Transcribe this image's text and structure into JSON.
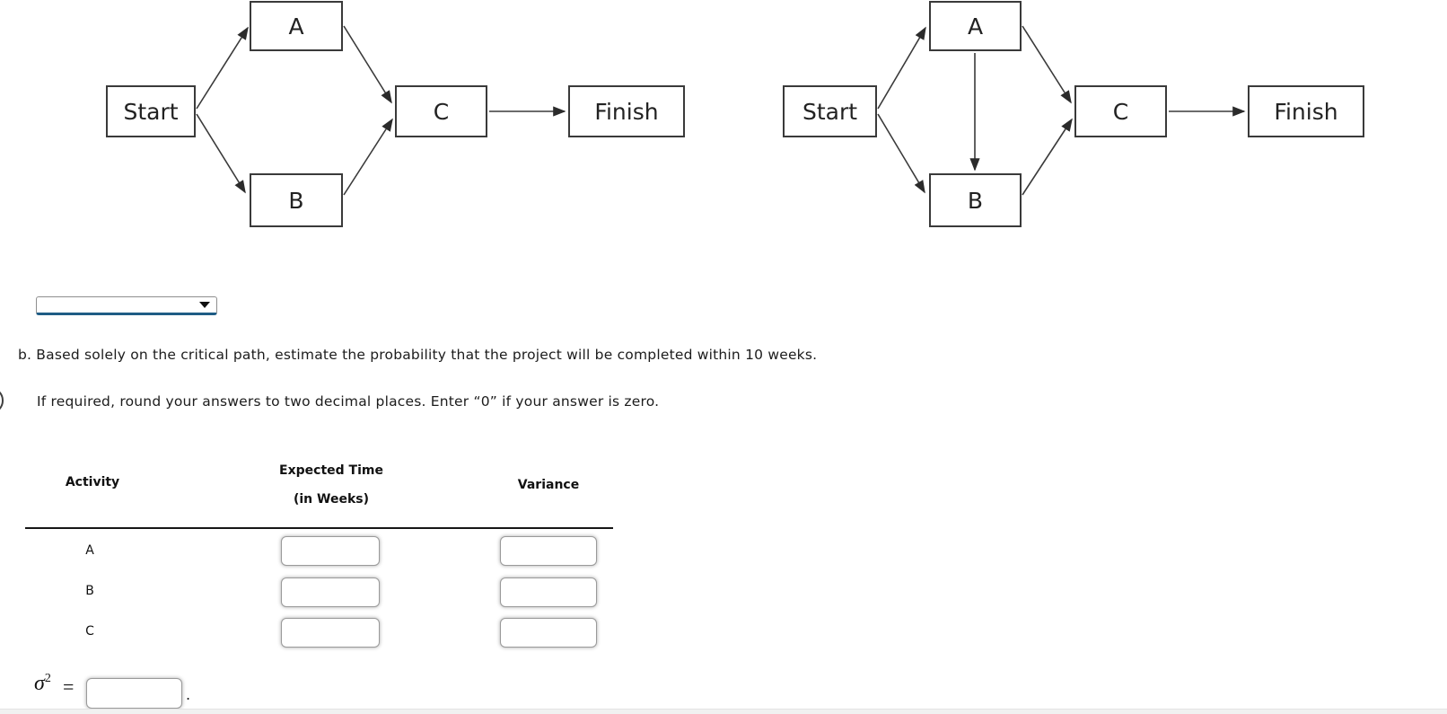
{
  "diagrams": {
    "left": {
      "nodes": [
        {
          "id": "start",
          "label": "Start"
        },
        {
          "id": "a",
          "label": "A"
        },
        {
          "id": "b",
          "label": "B"
        },
        {
          "id": "c",
          "label": "C"
        },
        {
          "id": "finish",
          "label": "Finish"
        }
      ],
      "edges": [
        "Start→A",
        "Start→B",
        "A→C",
        "B→C",
        "C→Finish"
      ]
    },
    "right": {
      "nodes": [
        {
          "id": "start",
          "label": "Start"
        },
        {
          "id": "a",
          "label": "A"
        },
        {
          "id": "b",
          "label": "B"
        },
        {
          "id": "c",
          "label": "C"
        },
        {
          "id": "finish",
          "label": "Finish"
        }
      ],
      "edges": [
        "Start→A",
        "Start→B",
        "A→B",
        "A→C",
        "B→C",
        "C→Finish"
      ]
    }
  },
  "dropdown": {
    "value": ""
  },
  "question": {
    "part_b": "b. Based solely on the critical path, estimate the probability that the project will be completed within 10 weeks.",
    "instructions": "If required, round your answers to two decimal places. Enter “0” if your answer is zero."
  },
  "table": {
    "headers": {
      "activity": "Activity",
      "expected_time_line1": "Expected Time",
      "expected_time_line2": "(in Weeks)",
      "variance": "Variance"
    },
    "rows": [
      {
        "activity": "A",
        "expected_time": "",
        "variance": ""
      },
      {
        "activity": "B",
        "expected_time": "",
        "variance": ""
      },
      {
        "activity": "C",
        "expected_time": "",
        "variance": ""
      }
    ]
  },
  "sigma": {
    "symbol": "σ",
    "exponent": "2",
    "equals": "=",
    "value": "",
    "period": "."
  },
  "colors": {
    "dropdown_underline": "#1e5c85",
    "diagram_line": "#3a3a3a"
  }
}
